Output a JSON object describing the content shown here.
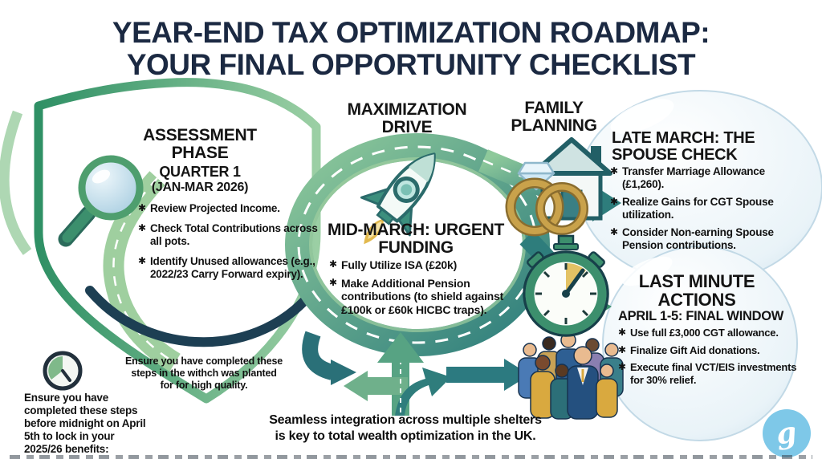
{
  "title": {
    "line1": "YEAR-END TAX OPTIMIZATION ROADMAP:",
    "line2": "YOUR FINAL OPPORTUNITY CHECKLIST"
  },
  "ui": {
    "bullet_marker": "✱",
    "logo_glyph": "g"
  },
  "stages": {
    "assessment": {
      "name": "ASSESSMENT PHASE",
      "period": "QUARTER 1",
      "period_detail": "(JAN-MAR 2026)",
      "bullets": [
        "Review Projected Income.",
        "Check Total Contributions across all pots.",
        "Identify Unused allowances (e.g., 2022/23 Carry Forward expiry)."
      ]
    },
    "maximization": {
      "name": "MAXIMIZATION DRIVE"
    },
    "mid_march": {
      "name": "MID-MARCH: URGENT FUNDING",
      "bullets": [
        "Fully Utilize ISA (£20k)",
        "Make Additional Pension contributions (to shield against £100k or £60k HICBC traps)."
      ]
    },
    "family_planning": {
      "name": "FAMILY PLANNING"
    },
    "late_march": {
      "name": "LATE MARCH: THE SPOUSE CHECK",
      "bullets": [
        "Transfer Marriage Allowance (£1,260).",
        "Realize Gains for CGT Spouse utilization.",
        "Consider Non-earning Spouse Pension contributions."
      ]
    },
    "last_minute": {
      "name": "LAST MINUTE ACTIONS",
      "window": "APRIL 1-5: FINAL WINDOW",
      "bullets": [
        "Use full £3,000 CGT allowance.",
        "Finalize Gift Aid donations.",
        "Execute final VCT/EIS investments for 30% relief."
      ]
    }
  },
  "notes": {
    "shield_note": "Ensure you have completed these steps in the withch was planted for for high quality.",
    "deadline_note": "Ensure you have completed these steps before midnight on April 5th to lock in your 2025/26 benefits:",
    "footer_line1": "Seamless integration across multiple shelters",
    "footer_line2": "is key to total wealth optimization in the UK."
  },
  "icons": [
    "shield-icon",
    "magnifier-icon",
    "rocket-icon",
    "wedding-rings-icon",
    "house-icon",
    "stopwatch-icon",
    "pie-clock-icon",
    "three-way-arrow-icon",
    "right-arrow-icon",
    "people-group-icon",
    "logo-badge-icon"
  ],
  "colors": {
    "title_navy": "#1b2942",
    "road_teal": "#2e7d7c",
    "road_green": "#8ec99b",
    "shield_green": "#379a6c",
    "dark_band": "#1d3f53",
    "bubble_blue": "#dcebf4",
    "gold": "#c9a24b",
    "flame_yellow": "#e2b94e",
    "logo_blue": "#7ec8e8"
  }
}
